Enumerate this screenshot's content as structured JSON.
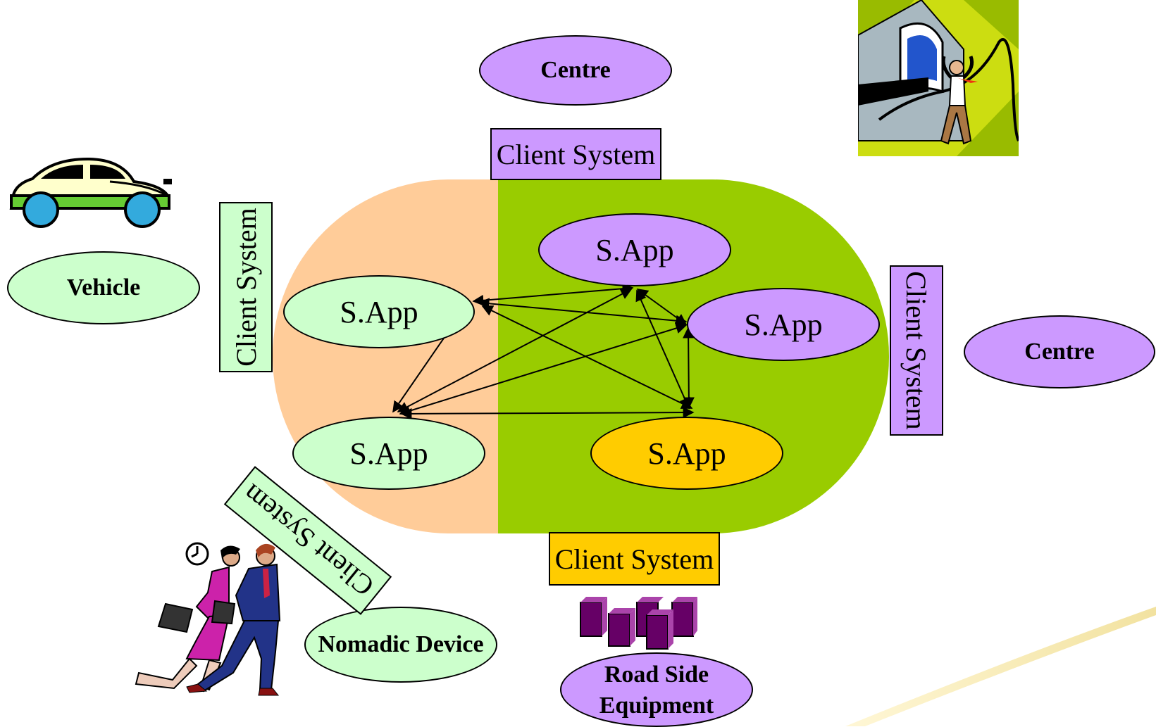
{
  "nodes": {
    "centre_top": "Centre",
    "centre_right": "Centre",
    "vehicle": "Vehicle",
    "nomadic": "Nomadic Device",
    "roadside_line1": "Road Side",
    "roadside_line2": "Equipment",
    "app_left_top": "S.App",
    "app_left_bottom": "S.App",
    "app_top": "S.App",
    "app_right": "S.App",
    "app_bottom_yellow": "S.App"
  },
  "client_systems": {
    "top": "Client System",
    "left": "Client System",
    "right": "Client System",
    "bottom": "Client System",
    "diagonal": "Client System"
  },
  "icons": [
    "car-icon",
    "computer-user-icon",
    "running-business-people-icon",
    "clock-icon",
    "roadside-equipment-boxes-icon",
    "swoosh-decoration"
  ],
  "colors": {
    "lavender": "#cc99ff",
    "mint": "#ccffcc",
    "peach": "#ffcc99",
    "green": "#99cc00",
    "yellow": "#ffcc00",
    "purple_box": "#660066"
  }
}
